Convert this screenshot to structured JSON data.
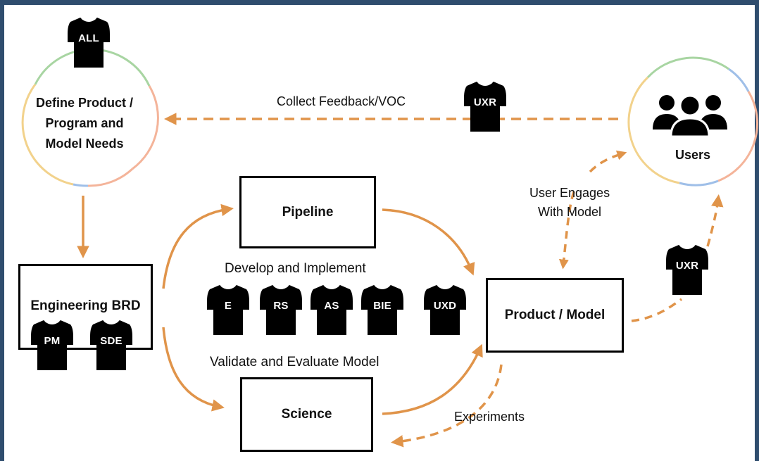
{
  "nodes": {
    "define": [
      "Define Product /",
      "Program and",
      "Model Needs"
    ],
    "users": "Users",
    "engineering_brd": "Engineering BRD",
    "pipeline": "Pipeline",
    "science": "Science",
    "product_model": "Product / Model"
  },
  "labels": {
    "collect_feedback": "Collect Feedback/VOC",
    "user_engages": [
      "User Engages",
      "With Model"
    ],
    "develop": "Develop and Implement",
    "validate": "Validate and Evaluate Model",
    "experiments": "Experiments"
  },
  "shirts": {
    "all": "ALL",
    "uxr_feedback": "UXR",
    "uxr_product": "UXR",
    "pm": "PM",
    "sde": "SDE",
    "e": "E",
    "rs": "RS",
    "as": "AS",
    "bie": "BIE",
    "uxd": "UXD"
  },
  "colors": {
    "arrow": "#e0944a",
    "frame": "#2f4d6e",
    "ring_top": "#a8d5a2",
    "ring_left": "#f2d28c",
    "ring_right": "#f4b49a",
    "ring_blue": "#9fbfe8"
  }
}
